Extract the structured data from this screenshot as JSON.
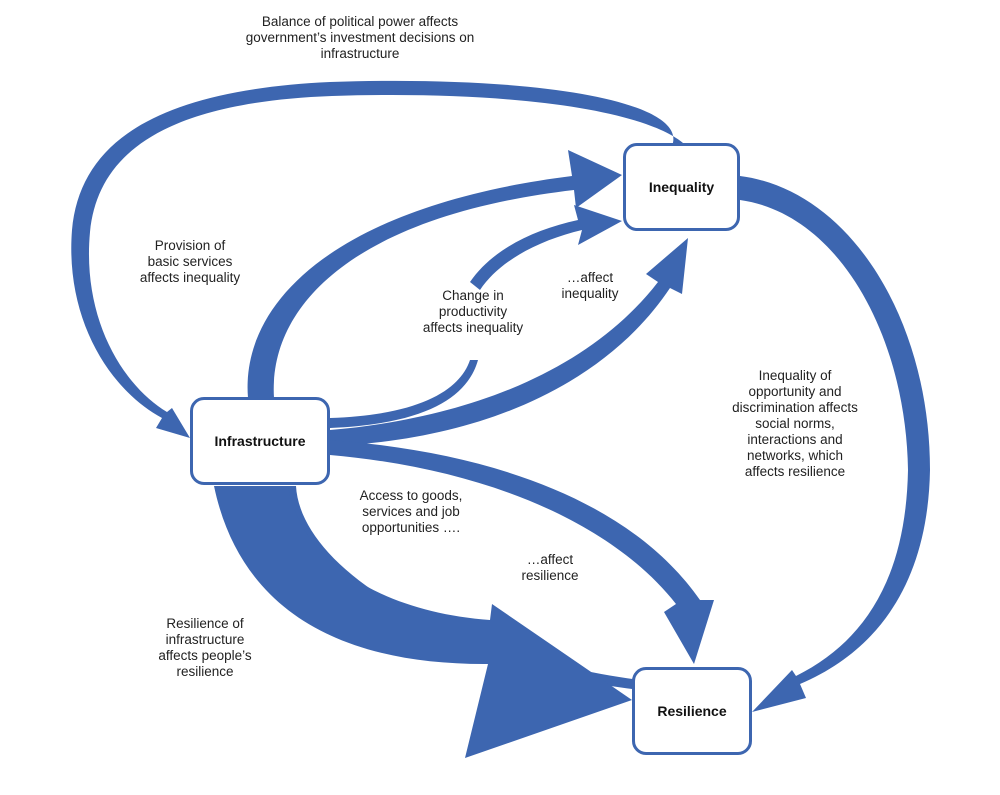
{
  "colors": {
    "arrow": "#3d66b0",
    "node_border": "#3d66b0",
    "node_fill": "#ffffff",
    "text": "#1a1a1a"
  },
  "nodes": {
    "infrastructure": "Infrastructure",
    "inequality": "Inequality",
    "resilience": "Resilience"
  },
  "edges": [
    {
      "id": "political-power",
      "from": "Inequality",
      "to": "Infrastructure",
      "label": [
        "Balance of political power affects",
        "government’s investment decisions on",
        "infrastructure"
      ]
    },
    {
      "id": "basic-services",
      "from": "Infrastructure",
      "to": "Inequality",
      "label": [
        "Provision of",
        "basic services",
        "affects inequality"
      ]
    },
    {
      "id": "productivity",
      "from": "Infrastructure",
      "to": "Inequality",
      "label": [
        "Change in",
        "productivity",
        "affects inequality"
      ]
    },
    {
      "id": "access-inequality",
      "from": "Infrastructure",
      "to": "Inequality",
      "label": [
        "…affect",
        "inequality"
      ]
    },
    {
      "id": "access-resilience",
      "from": "Infrastructure",
      "to": "Resilience",
      "label": [
        "…affect",
        "resilience"
      ]
    },
    {
      "id": "access-shared",
      "from": "Infrastructure",
      "to": "Resilience",
      "label": [
        "Access to goods,",
        "services and job",
        "opportunities …."
      ]
    },
    {
      "id": "infra-resilience",
      "from": "Infrastructure",
      "to": "Resilience",
      "label": [
        "Resilience  of",
        "infrastructure",
        "affects people’s",
        "resilience"
      ]
    },
    {
      "id": "inequality-resilience",
      "from": "Inequality",
      "to": "Resilience",
      "label": [
        "Inequality of",
        "opportunity and",
        "discrimination affects",
        "social norms,",
        "interactions and",
        "networks, which",
        "affects resilience"
      ]
    }
  ]
}
